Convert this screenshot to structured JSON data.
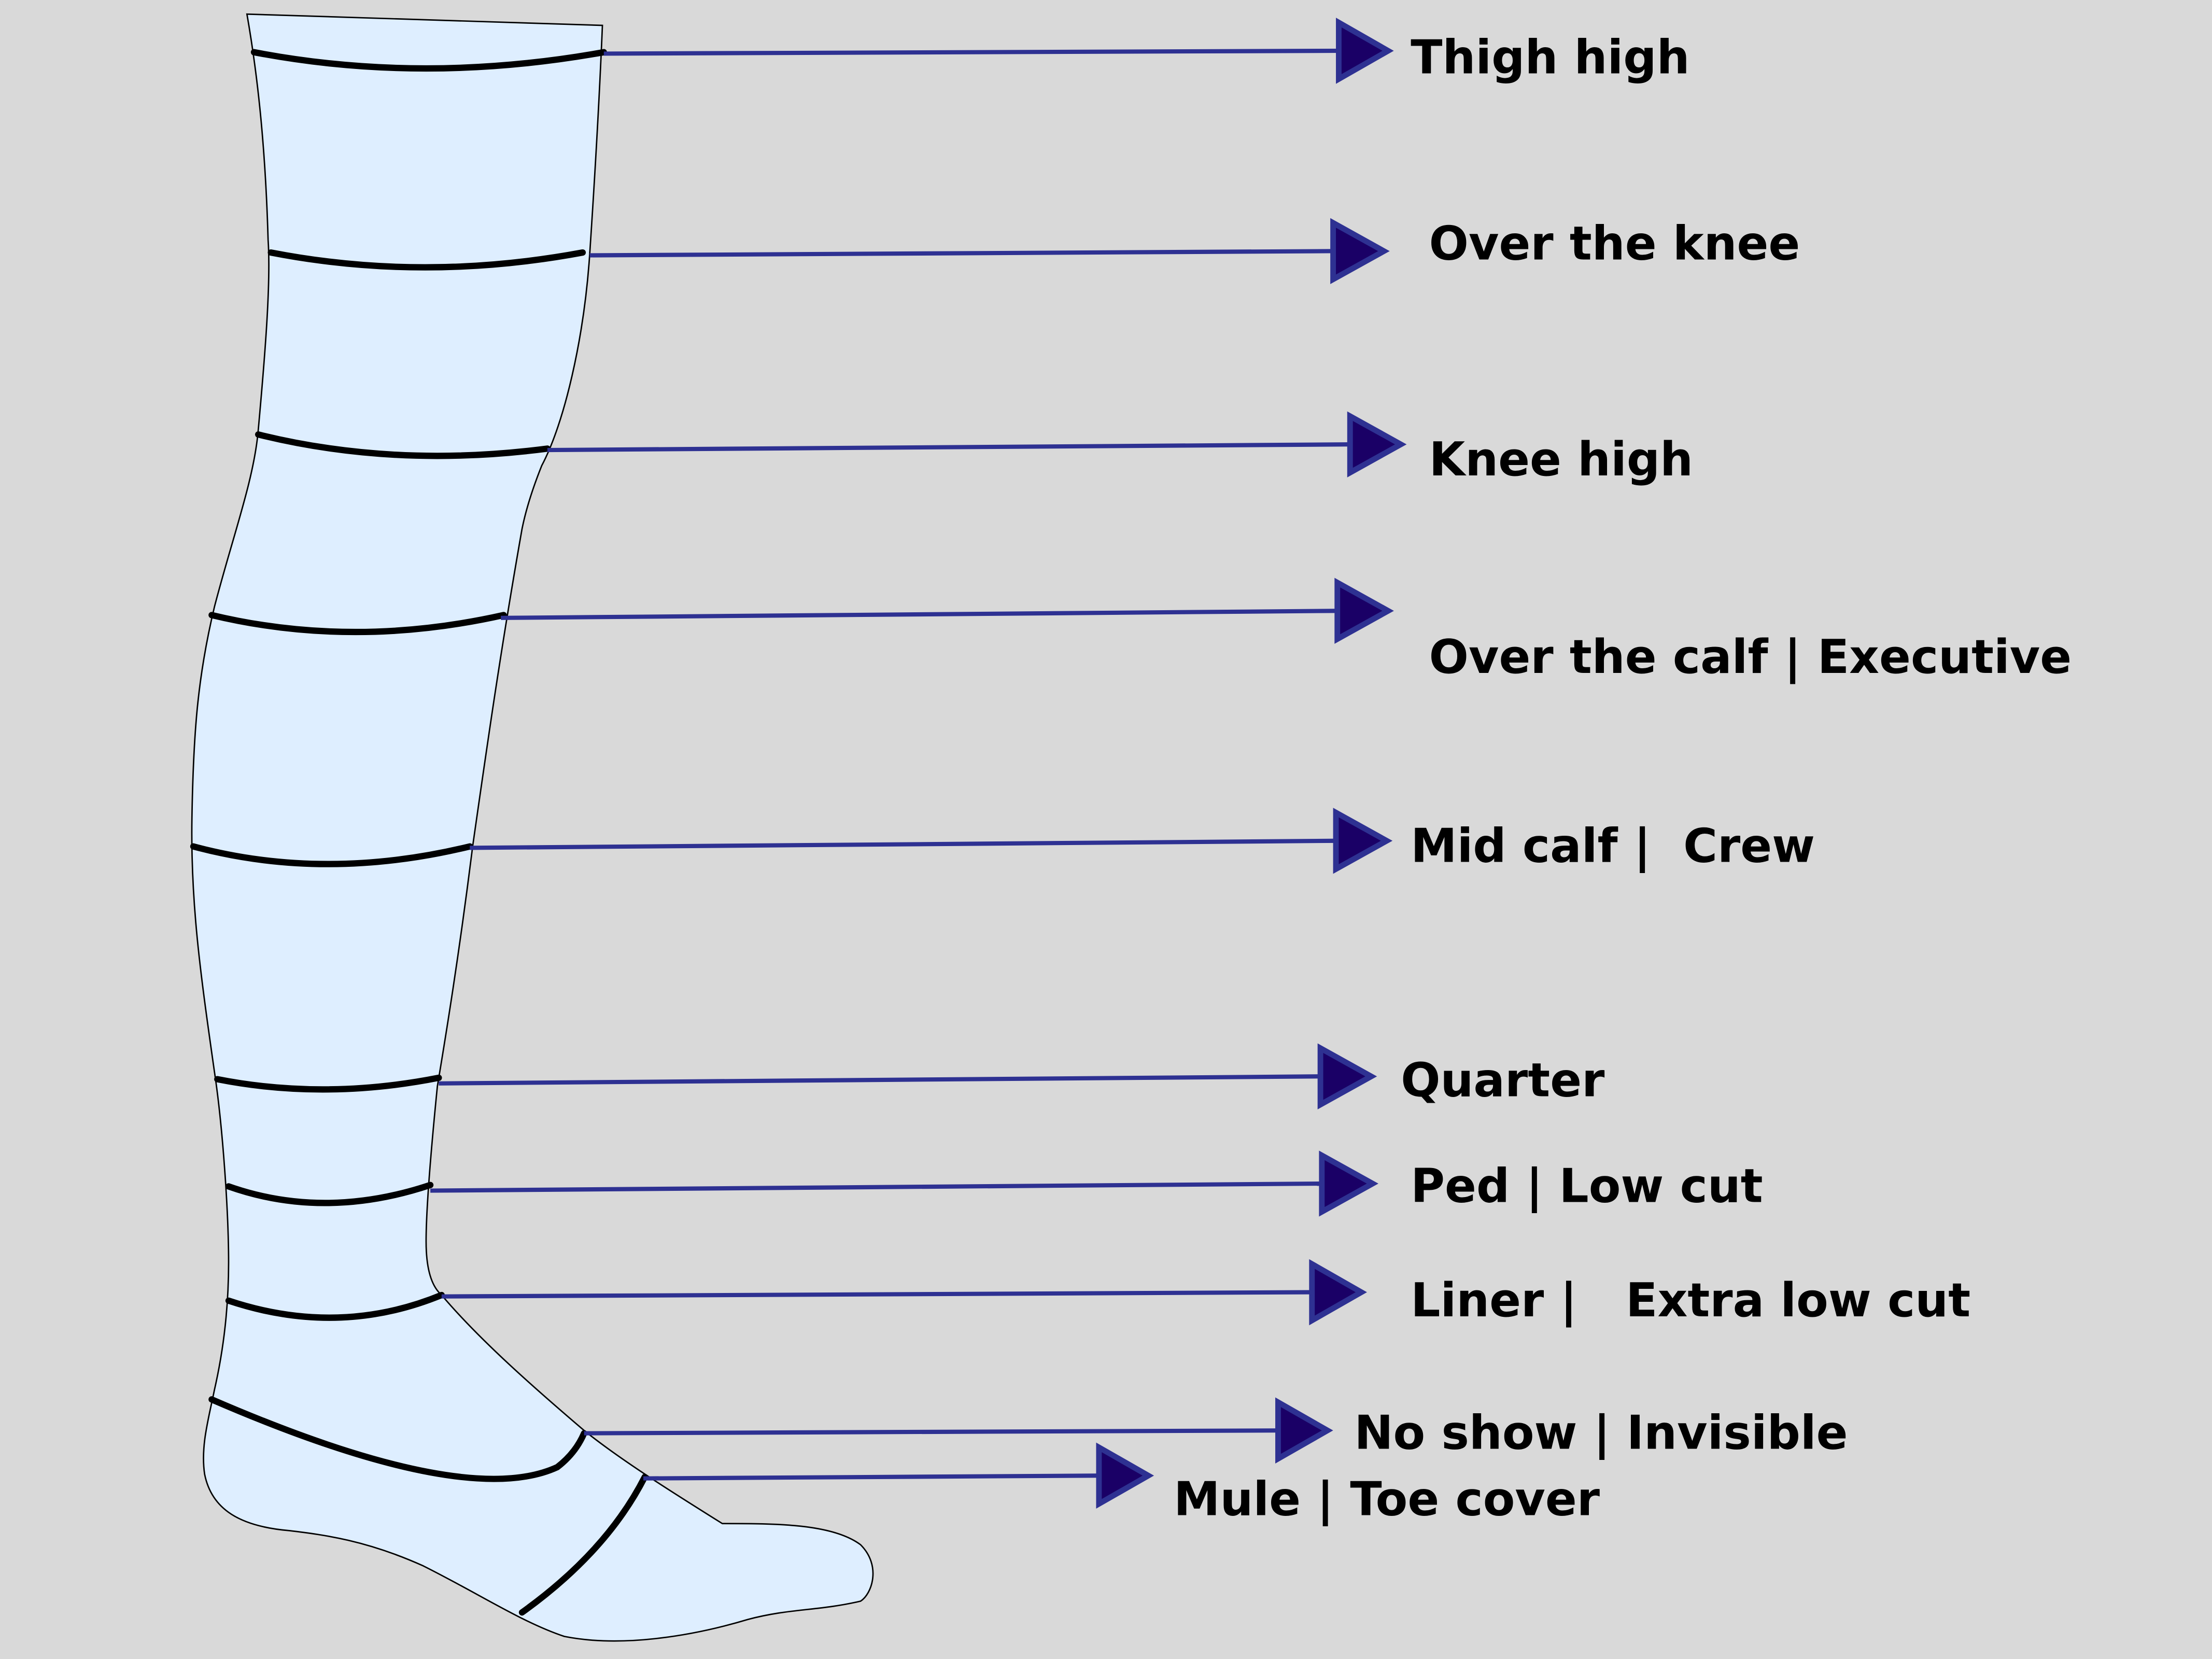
{
  "title": "Sock lengths",
  "colors": {
    "background": "#d9d9d9",
    "sock_fill": "#deeeff",
    "arrow_line": "#2e3192",
    "arrow_head": "#1a0066"
  },
  "labels": [
    "Thigh high",
    "Over the knee",
    "Knee high",
    "Over the calf | Executive",
    "Mid calf |  Crew",
    "Quarter",
    "Ped | Low cut",
    "Liner |   Extra low cut",
    "No show | Invisible",
    "Mule | Toe cover"
  ]
}
